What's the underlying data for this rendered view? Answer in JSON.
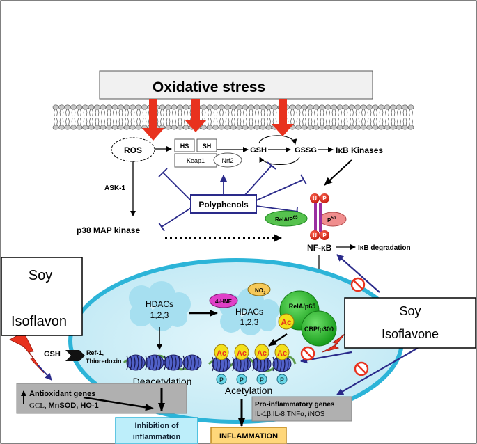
{
  "title": "Oxidative stress",
  "nodes": {
    "ros": "ROS",
    "hs": "HS",
    "sh": "SH",
    "keap1": "Keap1",
    "nrf2": "Nrf2",
    "gsh": "GSH",
    "gssg": "GSSG",
    "ikb_kinases": "IκB Kinases",
    "ask1": "ASK-1",
    "p38": "p38 MAP kinase",
    "polyphenols": "Polyphenols",
    "u": "U",
    "p": "P",
    "rela_p65_sup": "RelA/P",
    "p65_sup": "65",
    "p50": "P",
    "p50_sup": "50",
    "nfkb": "NF-κB",
    "ikb_degradation": "IκB degradation",
    "hdacs_left_1": "HDACs",
    "hdacs_left_2": "1,2,3",
    "hne": "4-HNE",
    "no2": "NO",
    "no2_sub": "2",
    "hdacs_right_1": "HDACs",
    "hdacs_right_2": "1,2,3",
    "rela_p65": "RelA/p65",
    "ac": "Ac",
    "cbp_p300": "CBP/p300",
    "gsh_left": "GSH",
    "ref1": "Ref-1,",
    "thioredoxin": "Thioredoxin",
    "deacetylation": "Deacetylation",
    "acetylation": "Acetylation",
    "antioxidant_genes": "Antioxidant genes",
    "gcl": "GCL, ",
    "mnsod": "MnSOD, HO-1",
    "pro_inflammatory": "Pro-inflammatory genes",
    "pro_list": "IL-1β,IL-8,TNFα, iNOS",
    "inhibition_1": "Inhibition of",
    "inhibition_2": "inflammation",
    "inflammation": "INFLAMMATION"
  },
  "callouts": {
    "soy_left_1": "Soy",
    "soy_left_2": "Isoflavon",
    "soy_right_1": "Soy",
    "soy_right_2": "Isoflavone"
  },
  "colors": {
    "inhibitor": "#2a2a8a",
    "red_arrow": "#e8321e",
    "cell": "#bfe8f4",
    "cell_border": "#2cb4d8",
    "hdac_cloud": "#a6dff0",
    "hne": "#e040c8",
    "green": "#22b324",
    "ac_yellow": "#f2e01a",
    "p_cyan": "#6ad8e8",
    "grey_box": "#aaaaaa",
    "inflammation_fill": "#ffd77a"
  }
}
